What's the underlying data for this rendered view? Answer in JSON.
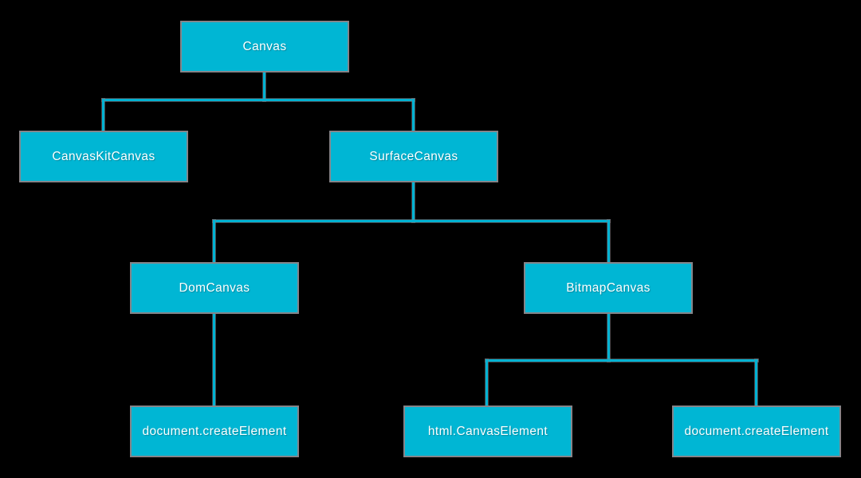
{
  "colors": {
    "node_fill": "#00b6d4",
    "node_border": "#85858a",
    "connector": "#00b2d2",
    "text": "#ffffff",
    "background": "#000000"
  },
  "nodes": {
    "canvas": {
      "label": "Canvas"
    },
    "canvaskit_canvas": {
      "label": "CanvasKitCanvas"
    },
    "surface_canvas": {
      "label": "SurfaceCanvas"
    },
    "dom_canvas": {
      "label": "DomCanvas"
    },
    "bitmap_canvas": {
      "label": "BitmapCanvas"
    },
    "dom_create_element": {
      "label": "document.createElement"
    },
    "html_canvas_element": {
      "label": "html.CanvasElement"
    },
    "bitmap_create_element": {
      "label": "document.createElement"
    }
  },
  "edges": [
    {
      "from": "canvas",
      "to": "canvaskit_canvas"
    },
    {
      "from": "canvas",
      "to": "surface_canvas"
    },
    {
      "from": "surface_canvas",
      "to": "dom_canvas"
    },
    {
      "from": "surface_canvas",
      "to": "bitmap_canvas"
    },
    {
      "from": "dom_canvas",
      "to": "dom_create_element"
    },
    {
      "from": "bitmap_canvas",
      "to": "html_canvas_element"
    },
    {
      "from": "bitmap_canvas",
      "to": "bitmap_create_element"
    }
  ]
}
